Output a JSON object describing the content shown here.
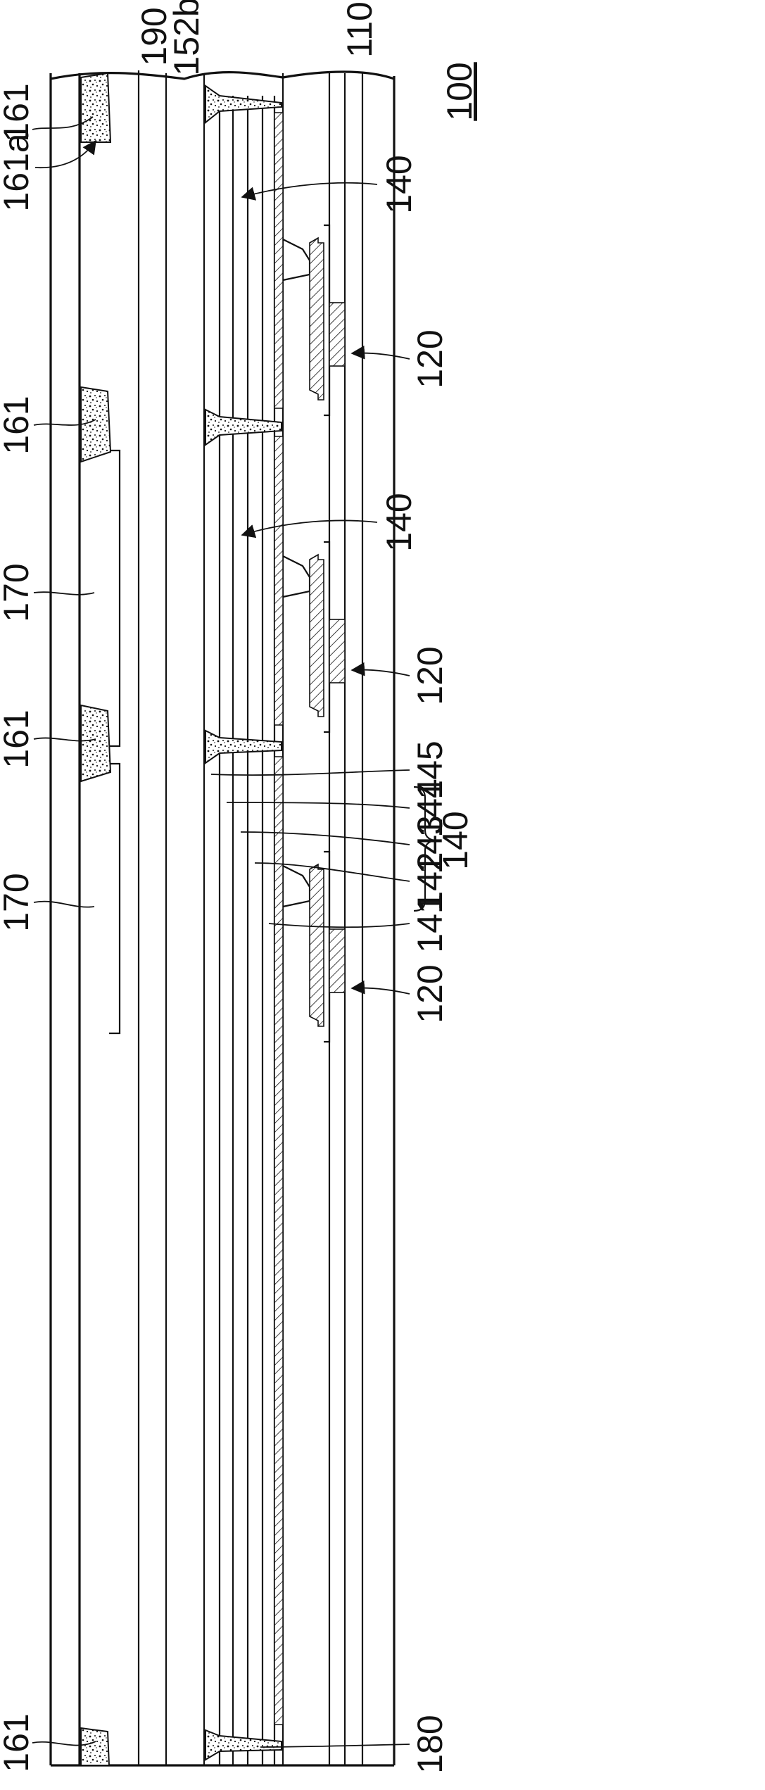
{
  "figure_label": "100",
  "labels": {
    "l161_top": "161",
    "l161a": "161a",
    "l190": "190",
    "l152b": "152b",
    "l110": "110",
    "l140_top": "140",
    "l120_top": "120",
    "l161_mid": "161",
    "l140_mid": "140",
    "l170_top": "170",
    "l120_mid": "120",
    "l161_low": "161",
    "l145": "145",
    "l144": "144",
    "l143": "143",
    "l142": "142",
    "l141": "141",
    "l140_group": "140",
    "l170_low": "170",
    "l120_bot": "120",
    "l161_bot": "161",
    "l180": "180"
  },
  "colors": {
    "ink": "#111111",
    "background": "#ffffff"
  },
  "fills": {
    "black_matrix": "stipple",
    "gate": "diagonal-hatch",
    "source_drain": "diagonal-hatch"
  }
}
